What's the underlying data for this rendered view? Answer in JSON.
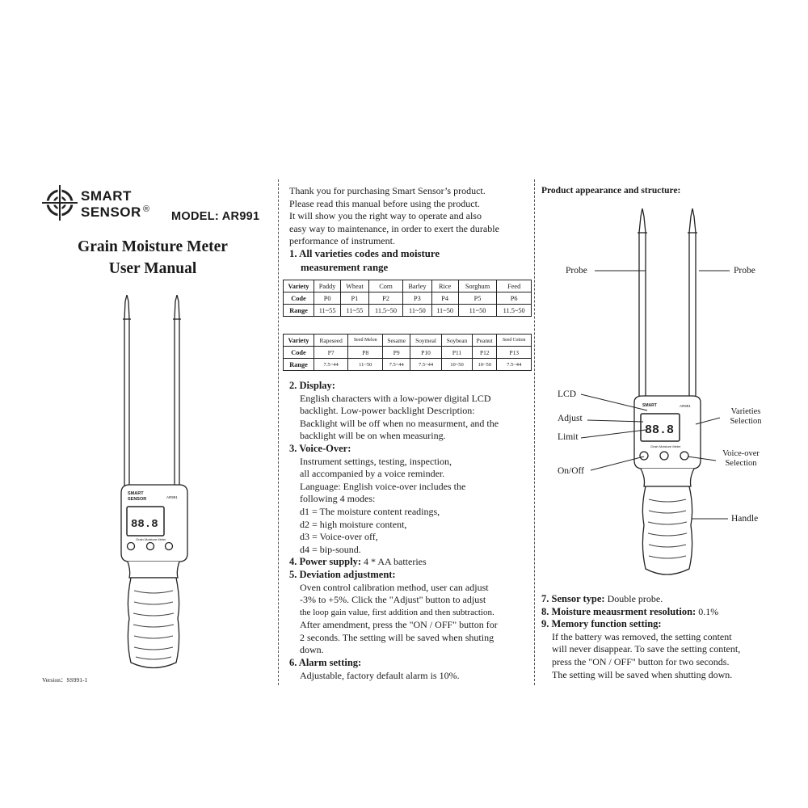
{
  "page": {
    "brand_line1": "SMART",
    "brand_line2": "SENSOR",
    "registered_mark": "®",
    "model": "MODEL: AR991",
    "title_line1": "Grain Moisture Meter",
    "title_line2": "User Manual",
    "version": "Version：SS991-1"
  },
  "device_small": {
    "brand_line1": "SMART",
    "brand_line2": "SENSOR",
    "model": "AR991",
    "lcd_digits": "88.8",
    "panel_label": "Grain Moisture Meter"
  },
  "intro": {
    "lines": [
      "Thank you for purchasing Smart Sensor’s product.",
      "Please read this manual before using the product.",
      "It will show you the right way to operate and also",
      "easy way to maintenance, in order to exert the durable",
      "performance of instrument."
    ]
  },
  "section1": {
    "heading_line1": "1. All varieties codes and moisture",
    "heading_line2": "measurement range",
    "table1": {
      "row_headers": [
        "Variety",
        "Code",
        "Range"
      ],
      "varieties": [
        "Paddy",
        "Wheat",
        "Corn",
        "Barley",
        "Rice",
        "Sorghum",
        "Feed"
      ],
      "codes": [
        "P0",
        "P1",
        "P2",
        "P3",
        "P4",
        "P5",
        "P6"
      ],
      "ranges": [
        "11~55",
        "11~55",
        "11.5~50",
        "11~50",
        "11~50",
        "11~50",
        "11.5~50"
      ]
    },
    "table2": {
      "row_headers": [
        "Variety",
        "Code",
        "Range"
      ],
      "varieties": [
        "Rapeseed",
        "Seed Melon",
        "Sesame",
        "Soymeal",
        "Soybean",
        "Peanut",
        "Seed Cotton"
      ],
      "codes": [
        "P7",
        "P8",
        "P9",
        "P10",
        "P11",
        "P12",
        "P13"
      ],
      "ranges": [
        "7.5~44",
        "11~50",
        "7.5~44",
        "7.5~44",
        "10~50",
        "10~50",
        "7.5~44"
      ]
    }
  },
  "section2": {
    "heading": "2. Display:",
    "lines": [
      "English characters with a low-power digital LCD",
      "backlight. Low-power backlight Description:",
      "Backlight will be off when no measurment, and the",
      "backlight will be on when measuring."
    ]
  },
  "section3": {
    "heading": "3. Voice-Over:",
    "lines": [
      "Instrument settings, testing, inspection,",
      "all accompanied by a voice reminder.",
      "Language: English voice-over includes the",
      "following 4 modes:",
      "d1 = The moisture content readings,",
      "d2 = high moisture content,",
      "d3 = Voice-over off,",
      "d4 = bip-sound."
    ]
  },
  "section4": {
    "heading": "4. Power supply:",
    "text": " 4 * AA batteries"
  },
  "section5": {
    "heading": "5. Deviation adjustment:",
    "lines": [
      "Oven control calibration method, user can adjust",
      "-3% to +5%. Click the \"Adjust\" button to adjust",
      "the loop gain value, first addition and then subtraction.",
      "After amendment, press the \"ON / OFF\" button for",
      "2 seconds. The setting will be saved when shuting",
      "down."
    ]
  },
  "section6": {
    "heading": "6. Alarm setting:",
    "lines": [
      "Adjustable, factory default alarm is 10%."
    ]
  },
  "appearance": {
    "heading": "Product appearance and structure:",
    "labels": {
      "probe_left": "Probe",
      "probe_right": "Probe",
      "lcd": "LCD",
      "adjust": "Adjust",
      "limit": "Limit",
      "onoff": "On/Off",
      "varieties_line1": "Varieties",
      "varieties_line2": "Selection",
      "voice_line1": "Voice-over",
      "voice_line2": "Selection",
      "handle": "Handle"
    }
  },
  "section7": {
    "heading": "7. Sensor type:",
    "text": " Double probe."
  },
  "section8": {
    "heading": "8. Moisture meausrment resolution:",
    "text": " 0.1%"
  },
  "section9": {
    "heading": "9. Memory function setting:",
    "lines": [
      "If the battery was removed, the setting content",
      "will never disappear. To save the setting content,",
      "press the \"ON / OFF\" button for two seconds.",
      "The setting will be saved when shutting down."
    ]
  }
}
